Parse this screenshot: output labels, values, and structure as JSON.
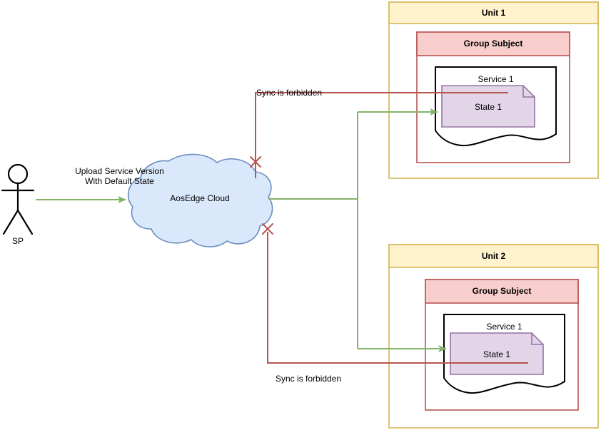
{
  "diagram": {
    "title_present": false,
    "actor": {
      "name": "SP",
      "icon": "stick-figure-actor-icon"
    },
    "flows": {
      "upload_label_line1": "Upload Service Version",
      "upload_label_line2": "With Default State",
      "upload_label": "Upload Service Version\nWith Default State",
      "forbidden_top": "Sync is forbidden",
      "forbidden_bottom": "Sync is forbidden"
    },
    "cloud": {
      "label": "AosEdge Cloud",
      "fill": "#dae8fc",
      "stroke": "#6c8ebf"
    },
    "units": [
      {
        "id": "unit-1",
        "title": "Unit 1",
        "fill": "#fff2cc",
        "stroke": "#d6b656",
        "group": {
          "title": "Group Subject",
          "fill": "#f8cecc",
          "stroke": "#b85450"
        },
        "service": {
          "title": "Service 1",
          "fill": "#ffffff",
          "stroke": "#000000"
        },
        "state": {
          "title": "State 1",
          "fill": "#e1d5e7",
          "stroke": "#9673a6"
        }
      },
      {
        "id": "unit-2",
        "title": "Unit 2",
        "fill": "#fff2cc",
        "stroke": "#d6b656",
        "group": {
          "title": "Group Subject",
          "fill": "#f8cecc",
          "stroke": "#b85450"
        },
        "service": {
          "title": "Service 1",
          "fill": "#ffffff",
          "stroke": "#000000"
        },
        "state": {
          "title": "State 1",
          "fill": "#e1d5e7",
          "stroke": "#9673a6"
        }
      }
    ],
    "colors": {
      "allowed_flow": "#82b366",
      "forbidden_flow": "#b85450",
      "forbidden_mark": "#b85450",
      "unit_stroke": "#d6b656",
      "unit_fill": "#fff2cc",
      "group_stroke": "#b85450",
      "group_fill": "#f8cecc",
      "state_stroke": "#9673a6",
      "state_fill": "#e1d5e7",
      "cloud_stroke": "#6c8ebf",
      "cloud_fill": "#dae8fc",
      "text": "#000000"
    }
  }
}
